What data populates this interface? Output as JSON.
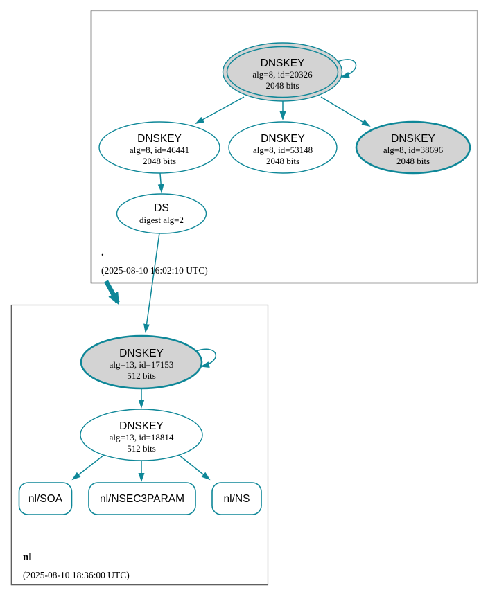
{
  "colors": {
    "edge_teal": "#0e8798",
    "node_gray_fill": "#d3d3d3",
    "node_white_fill": "#ffffff",
    "cluster_border_light": "#ababab",
    "cluster_border_dark": "#5f5f5f",
    "text": "#000000",
    "background": "#ffffff"
  },
  "zones": {
    "root": {
      "label": ".",
      "timestamp": "(2025-08-10 16:02:10 UTC)",
      "ksk_20326": {
        "type": "DNSKEY",
        "detail": "alg=8, id=20326",
        "bits": "2048 bits"
      },
      "zsk_46441": {
        "type": "DNSKEY",
        "detail": "alg=8, id=46441",
        "bits": "2048 bits"
      },
      "zsk_53148": {
        "type": "DNSKEY",
        "detail": "alg=8, id=53148",
        "bits": "2048 bits"
      },
      "ksk_38696": {
        "type": "DNSKEY",
        "detail": "alg=8, id=38696",
        "bits": "2048 bits"
      },
      "ds": {
        "type": "DS",
        "detail": "digest alg=2"
      }
    },
    "nl": {
      "label": "nl",
      "timestamp": "(2025-08-10 18:36:00 UTC)",
      "ksk_17153": {
        "type": "DNSKEY",
        "detail": "alg=13, id=17153",
        "bits": "512 bits"
      },
      "zsk_18814": {
        "type": "DNSKEY",
        "detail": "alg=13, id=18814",
        "bits": "512 bits"
      },
      "records": [
        {
          "label": "nl/SOA"
        },
        {
          "label": "nl/NSEC3PARAM"
        },
        {
          "label": "nl/NS"
        }
      ]
    }
  }
}
